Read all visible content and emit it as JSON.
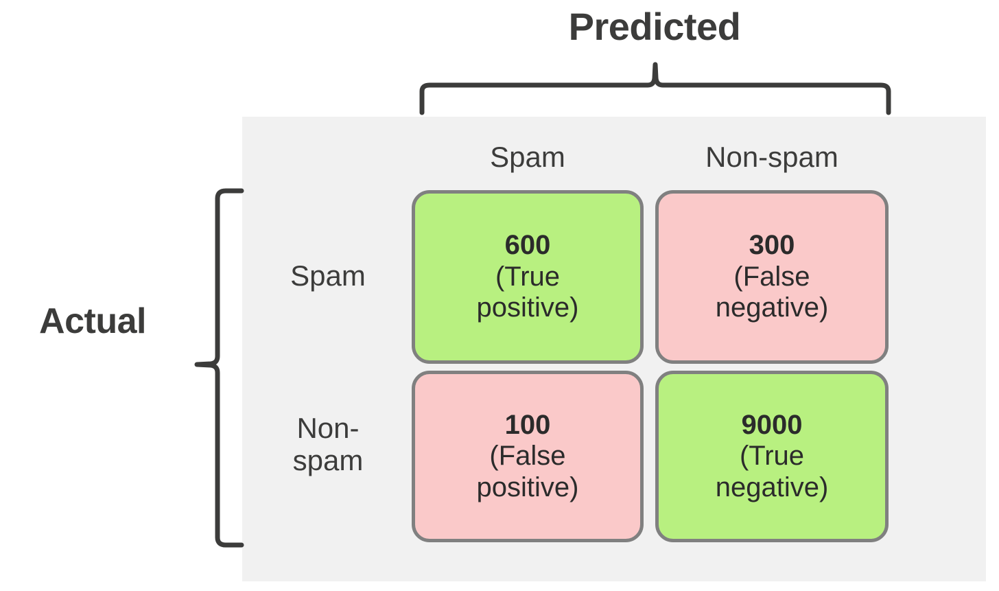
{
  "diagram": {
    "type": "confusion-matrix",
    "predicted_axis_title": "Predicted",
    "actual_axis_title": "Actual",
    "column_headers": [
      "Spam",
      "Non-spam"
    ],
    "row_headers": [
      "Spam",
      "Non-spam"
    ],
    "row_headers_display": [
      "Spam",
      "Non-\nspam"
    ],
    "panel_color": "#f1f1f1",
    "colors": {
      "correct": "#b8f080",
      "incorrect": "#fac9c9",
      "cell_border": "#808080",
      "text": "#3c3c3b",
      "brace": "#3c3c3b"
    },
    "cells": [
      {
        "key": "true-positive",
        "actual": "Spam",
        "predicted": "Spam",
        "count": "600",
        "label": "(True positive)",
        "kind": "correct"
      },
      {
        "key": "false-negative",
        "actual": "Spam",
        "predicted": "Non-spam",
        "count": "300",
        "label": "(False negative)",
        "kind": "incorrect"
      },
      {
        "key": "false-positive",
        "actual": "Non-spam",
        "predicted": "Spam",
        "count": "100",
        "label": "(False positive)",
        "kind": "incorrect"
      },
      {
        "key": "true-negative",
        "actual": "Non-spam",
        "predicted": "Non-spam",
        "count": "9000",
        "label": "(True negative)",
        "kind": "correct"
      }
    ]
  },
  "chart_data": {
    "type": "heatmap",
    "title": "",
    "xlabel": "Predicted",
    "ylabel": "Actual",
    "x_categories": [
      "Spam",
      "Non-spam"
    ],
    "y_categories": [
      "Spam",
      "Non-spam"
    ],
    "values": [
      [
        600,
        300
      ],
      [
        100,
        9000
      ]
    ],
    "annotations": [
      [
        "(True positive)",
        "(False negative)"
      ],
      [
        "(False positive)",
        "(True negative)"
      ]
    ],
    "grid": false,
    "legend": "none"
  }
}
